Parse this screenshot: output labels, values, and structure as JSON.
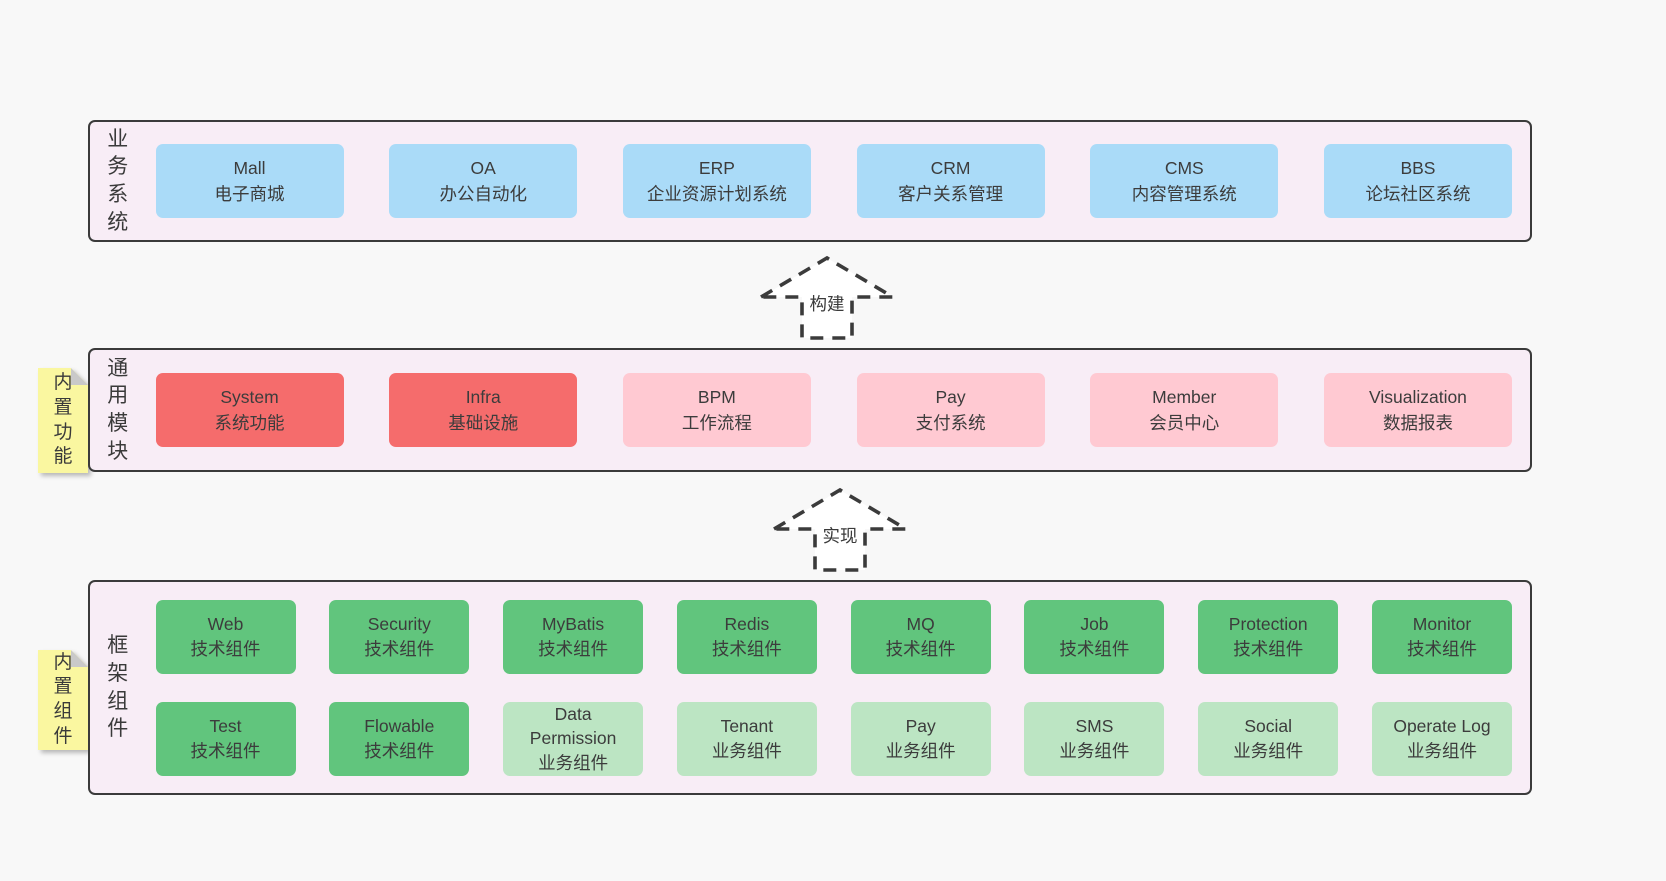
{
  "colors": {
    "page_bg": "#f8f8f8",
    "band_bg": "#f8edf6",
    "band_border": "#3b3b3b",
    "blue": "#aadbf8",
    "red": "#f56c6c",
    "pink": "#ffc9d2",
    "green_dark": "#61c57d",
    "green_light": "#bce5c3",
    "sticky_yellow": "#faf7a0",
    "sticky_fold": "#c9c9c9",
    "text": "#3c3c3c"
  },
  "bands": [
    {
      "label": "业务系统",
      "boxes": [
        {
          "name": "Mall",
          "desc": "电子商城"
        },
        {
          "name": "OA",
          "desc": "办公自动化"
        },
        {
          "name": "ERP",
          "desc": "企业资源计划系统"
        },
        {
          "name": "CRM",
          "desc": "客户关系管理"
        },
        {
          "name": "CMS",
          "desc": "内容管理系统"
        },
        {
          "name": "BBS",
          "desc": "论坛社区系统"
        }
      ]
    },
    {
      "label": "通用模块",
      "sticky": "内置功能",
      "boxes": [
        {
          "name": "System",
          "desc": "系统功能"
        },
        {
          "name": "Infra",
          "desc": "基础设施"
        },
        {
          "name": "BPM",
          "desc": "工作流程"
        },
        {
          "name": "Pay",
          "desc": "支付系统"
        },
        {
          "name": "Member",
          "desc": "会员中心"
        },
        {
          "name": "Visualization",
          "desc": "数据报表"
        }
      ]
    },
    {
      "label": "框架组件",
      "sticky": "内置组件",
      "rows": [
        [
          {
            "name": "Web",
            "desc": "技术组件"
          },
          {
            "name": "Security",
            "desc": "技术组件"
          },
          {
            "name": "MyBatis",
            "desc": "技术组件"
          },
          {
            "name": "Redis",
            "desc": "技术组件"
          },
          {
            "name": "MQ",
            "desc": "技术组件"
          },
          {
            "name": "Job",
            "desc": "技术组件"
          },
          {
            "name": "Protection",
            "desc": "技术组件"
          },
          {
            "name": "Monitor",
            "desc": "技术组件"
          }
        ],
        [
          {
            "name": "Test",
            "desc": "技术组件"
          },
          {
            "name": "Flowable",
            "desc": "技术组件"
          },
          {
            "name": "Data Permission",
            "desc": "业务组件"
          },
          {
            "name": "Tenant",
            "desc": "业务组件"
          },
          {
            "name": "Pay",
            "desc": "业务组件"
          },
          {
            "name": "SMS",
            "desc": "业务组件"
          },
          {
            "name": "Social",
            "desc": "业务组件"
          },
          {
            "name": "Operate Log",
            "desc": "业务组件"
          }
        ]
      ]
    }
  ],
  "arrows": [
    {
      "label": "构建"
    },
    {
      "label": "实现"
    }
  ]
}
